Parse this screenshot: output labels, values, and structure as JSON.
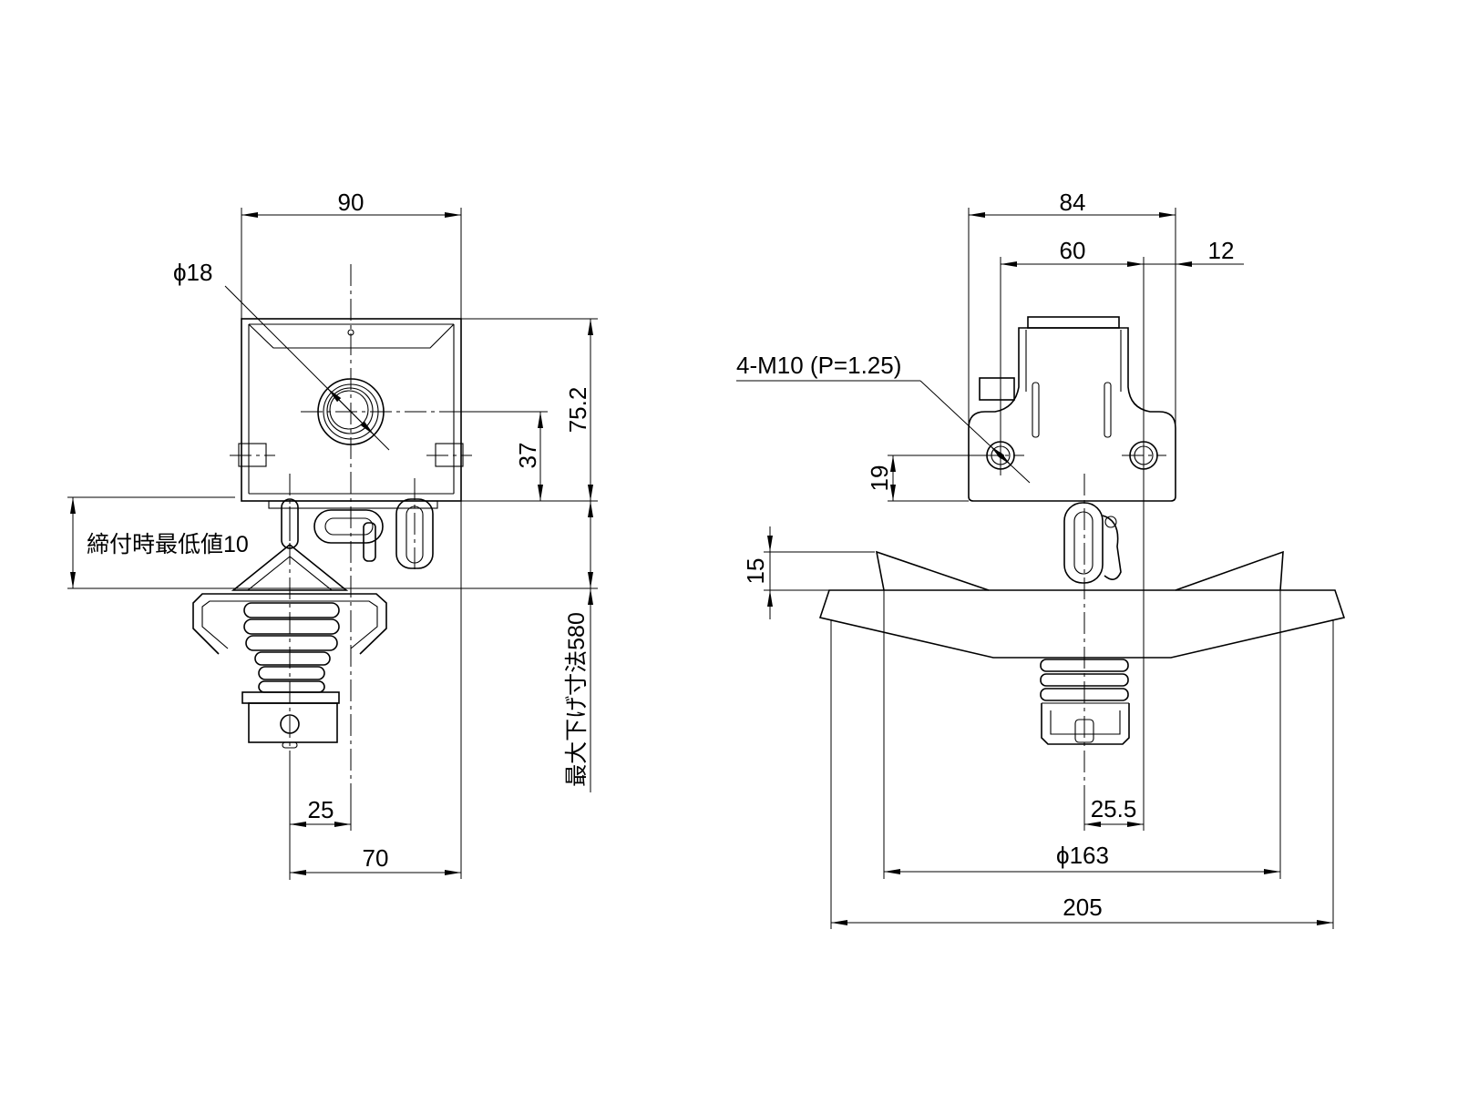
{
  "left_view": {
    "dim_width": "90",
    "dim_hole": "ϕ18",
    "dim_height": "75.2",
    "dim_center": "37",
    "dim_min_clamp": "締付時最低値10",
    "dim_max_drop": "最大下げ寸法580",
    "dim_offset": "25",
    "dim_base": "70"
  },
  "right_view": {
    "dim_width": "84",
    "dim_pitch": "60",
    "dim_edge": "12",
    "dim_thread": "4-M10 (P=1.25)",
    "dim_hole_height": "19",
    "dim_shade_depth": "15",
    "dim_offset": "25.5",
    "dim_shade_dia": "ϕ163",
    "dim_rim_dia": "205"
  }
}
